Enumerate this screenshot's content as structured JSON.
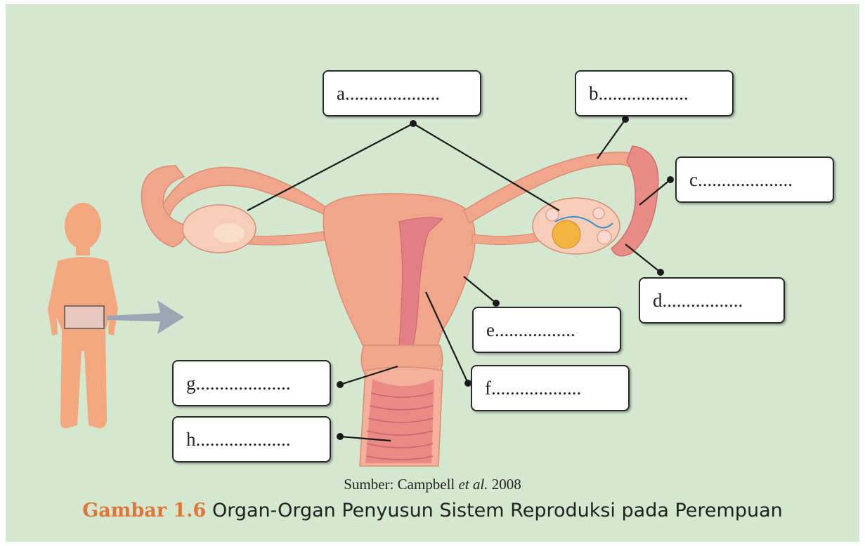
{
  "labels": {
    "a": "a....................",
    "b": "b...................",
    "c": "c....................",
    "d": "d.................",
    "e": "e.................",
    "f": "f...................",
    "g": "g....................",
    "h": "h...................."
  },
  "source": {
    "prefix": "Sumber: Campbell",
    "italic": "et al.",
    "year": "2008"
  },
  "caption": {
    "figure_number": "Gambar 1.6",
    "title": "Organ-Organ Penyusun Sistem Reproduksi pada Perempuan"
  },
  "colors": {
    "background": "#d3e8cf",
    "tissue": "#f1a58a",
    "caption_accent": "#e37437",
    "body_silhouette": "#f4a67e",
    "arrow": "#9aa6b6"
  }
}
